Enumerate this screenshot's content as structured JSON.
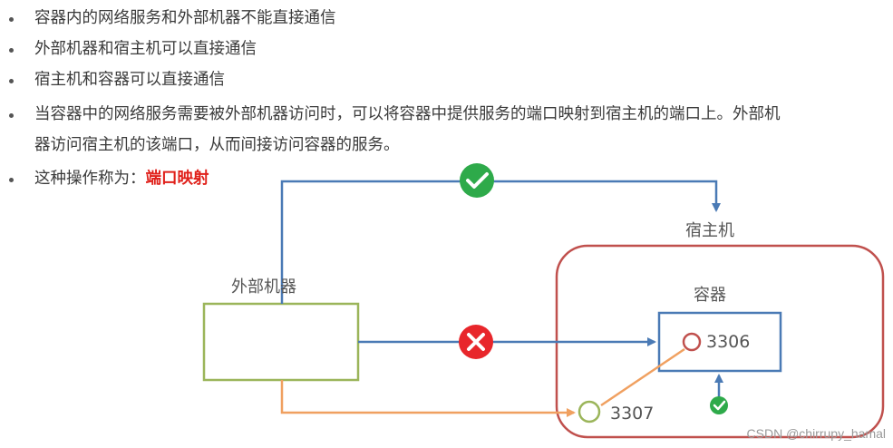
{
  "bullets": [
    "容器内的网络服务和外部机器不能直接通信",
    "外部机器和宿主机可以直接通信",
    "宿主机和容器可以直接通信",
    "当容器中的网络服务需要被外部机器访问时，可以将容器中提供服务的端口映射到宿主机的端口上。外部机",
    "器访问宿主机的该端口，从而间接访问容器的服务。"
  ],
  "last_bullet": {
    "prefix": "这种操作称为：",
    "highlight": "端口映射"
  },
  "diagram": {
    "external_label": "外部机器",
    "host_label": "宿主机",
    "container_label": "容器",
    "container_port": "3306",
    "host_port": "3307"
  },
  "colors": {
    "blue_line": "#4a7ab5",
    "orange_line": "#f0a060",
    "green_box": "#9bb55a",
    "host_border": "#c0504d",
    "ok_green": "#2eaa4a",
    "bad_red": "#e8262b"
  },
  "icons": {
    "ok": "check-icon",
    "bad": "cross-icon"
  },
  "watermark": "CSDN @chirrupy_hamal"
}
